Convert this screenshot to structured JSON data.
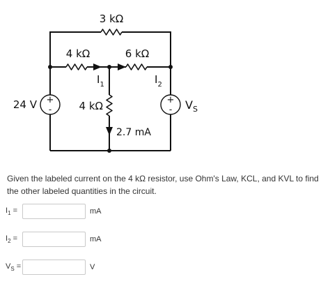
{
  "circuit": {
    "r_top": "3 kΩ",
    "r_left": "4 kΩ",
    "r_right": "6 kΩ",
    "r_middle": "4 kΩ",
    "source_left": "24 V",
    "source_right_symbol": "V",
    "source_right_sub": "S",
    "current_1_symbol": "I",
    "current_1_sub": "1",
    "current_2_symbol": "I",
    "current_2_sub": "2",
    "current_middle": "2.7 mA",
    "plus_sign": "+",
    "minus_sign": "-"
  },
  "question": {
    "text": "Given the labeled current on the 4 kΩ resistor, use Ohm's Law, KCL, and KVL to find the other labeled quantities in the circuit."
  },
  "answers": [
    {
      "symbol": "I",
      "sub": "1",
      "equals": " =",
      "value": "",
      "unit": "mA"
    },
    {
      "symbol": "I",
      "sub": "2",
      "equals": " =",
      "value": "",
      "unit": "mA"
    },
    {
      "symbol": "V",
      "sub": "S",
      "equals": " =",
      "value": "",
      "unit": "V"
    }
  ]
}
